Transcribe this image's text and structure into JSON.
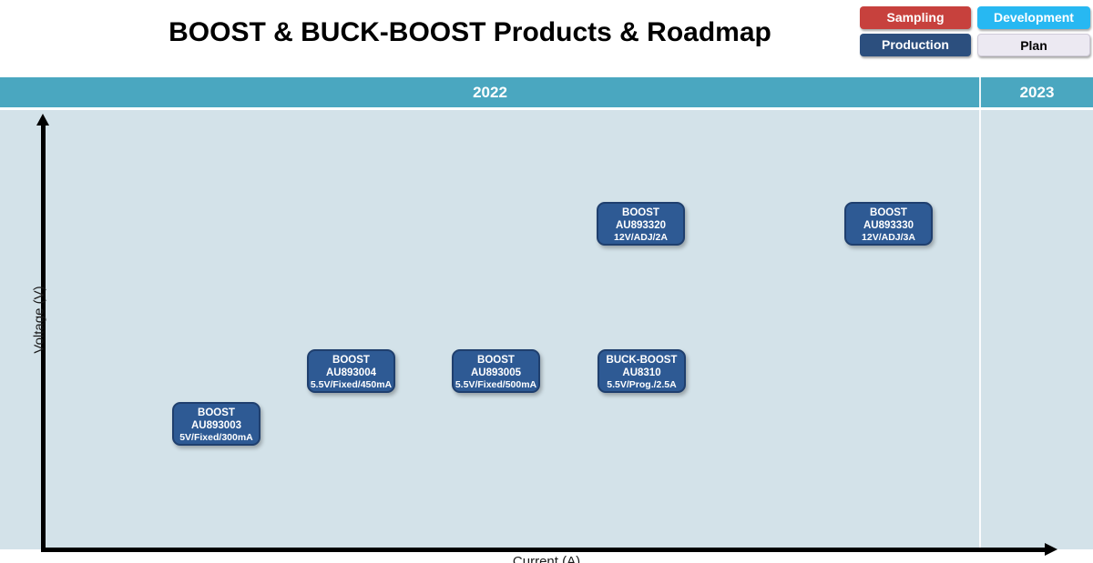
{
  "title": "BOOST & BUCK-BOOST Products & Roadmap",
  "legend": {
    "items": [
      {
        "label": "Sampling",
        "color": "#c7413d",
        "text_color": "#ffffff"
      },
      {
        "label": "Development",
        "color": "#27b8f2",
        "text_color": "#ffffff"
      },
      {
        "label": "Production",
        "color": "#2c4f7e",
        "text_color": "#ffffff"
      },
      {
        "label": "Plan",
        "color": "#ece9f2",
        "text_color": "#000000"
      }
    ]
  },
  "timeline": {
    "years": [
      "2022",
      "2023"
    ]
  },
  "axes": {
    "y_label": "Voltage (V)",
    "x_label": "Current (A)"
  },
  "products": [
    {
      "type": "BOOST",
      "part": "AU893003",
      "spec": "5V/Fixed/300mA",
      "status": "Production",
      "year": "2022"
    },
    {
      "type": "BOOST",
      "part": "AU893004",
      "spec": "5.5V/Fixed/450mA",
      "status": "Production",
      "year": "2022"
    },
    {
      "type": "BOOST",
      "part": "AU893005",
      "spec": "5.5V/Fixed/500mA",
      "status": "Production",
      "year": "2022"
    },
    {
      "type": "BUCK-BOOST",
      "part": "AU8310",
      "spec": "5.5V/Prog./2.5A",
      "status": "Production",
      "year": "2022"
    },
    {
      "type": "BOOST",
      "part": "AU893320",
      "spec": "12V/ADJ/2A",
      "status": "Production",
      "year": "2022"
    },
    {
      "type": "BOOST",
      "part": "AU893330",
      "spec": "12V/ADJ/3A",
      "status": "Production",
      "year": "2022"
    }
  ],
  "chart_data": {
    "type": "scatter",
    "title": "BOOST & BUCK-BOOST Products & Roadmap",
    "xlabel": "Current (A)",
    "ylabel": "Voltage (V)",
    "x_ticks": [],
    "y_ticks": [],
    "grid": false,
    "legend_position": "top-right",
    "columns": [
      "2022",
      "2023"
    ],
    "status_legend": [
      "Sampling",
      "Development",
      "Production",
      "Plan"
    ],
    "points": [
      {
        "label": "BOOST AU893003",
        "voltage": "5V",
        "output": "Fixed",
        "current": "300mA",
        "column": "2022",
        "status_color": "Production"
      },
      {
        "label": "BOOST AU893004",
        "voltage": "5.5V",
        "output": "Fixed",
        "current": "450mA",
        "column": "2022",
        "status_color": "Production"
      },
      {
        "label": "BOOST AU893005",
        "voltage": "5.5V",
        "output": "Fixed",
        "current": "500mA",
        "column": "2022",
        "status_color": "Production"
      },
      {
        "label": "BUCK-BOOST AU8310",
        "voltage": "5.5V",
        "output": "Prog.",
        "current": "2.5A",
        "column": "2022",
        "status_color": "Production"
      },
      {
        "label": "BOOST AU893320",
        "voltage": "12V",
        "output": "ADJ",
        "current": "2A",
        "column": "2022",
        "status_color": "Production"
      },
      {
        "label": "BOOST AU893330",
        "voltage": "12V",
        "output": "ADJ",
        "current": "3A",
        "column": "2022",
        "status_color": "Production"
      }
    ]
  },
  "colors": {
    "timeline_band": "#4aa7c0",
    "chart_background": "#d3e2e9",
    "product_box_fill": "#2e5a94",
    "product_box_border": "#1f3f6e",
    "axis": "#000000"
  }
}
